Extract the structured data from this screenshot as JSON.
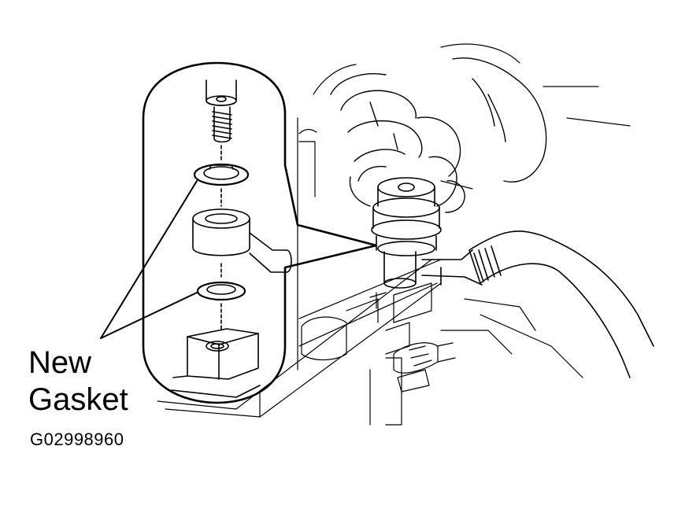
{
  "callout": {
    "line1": "New",
    "line2": "Gasket"
  },
  "figure_id": "G02998960",
  "colors": {
    "ink": "#000000",
    "paper": "#ffffff"
  }
}
